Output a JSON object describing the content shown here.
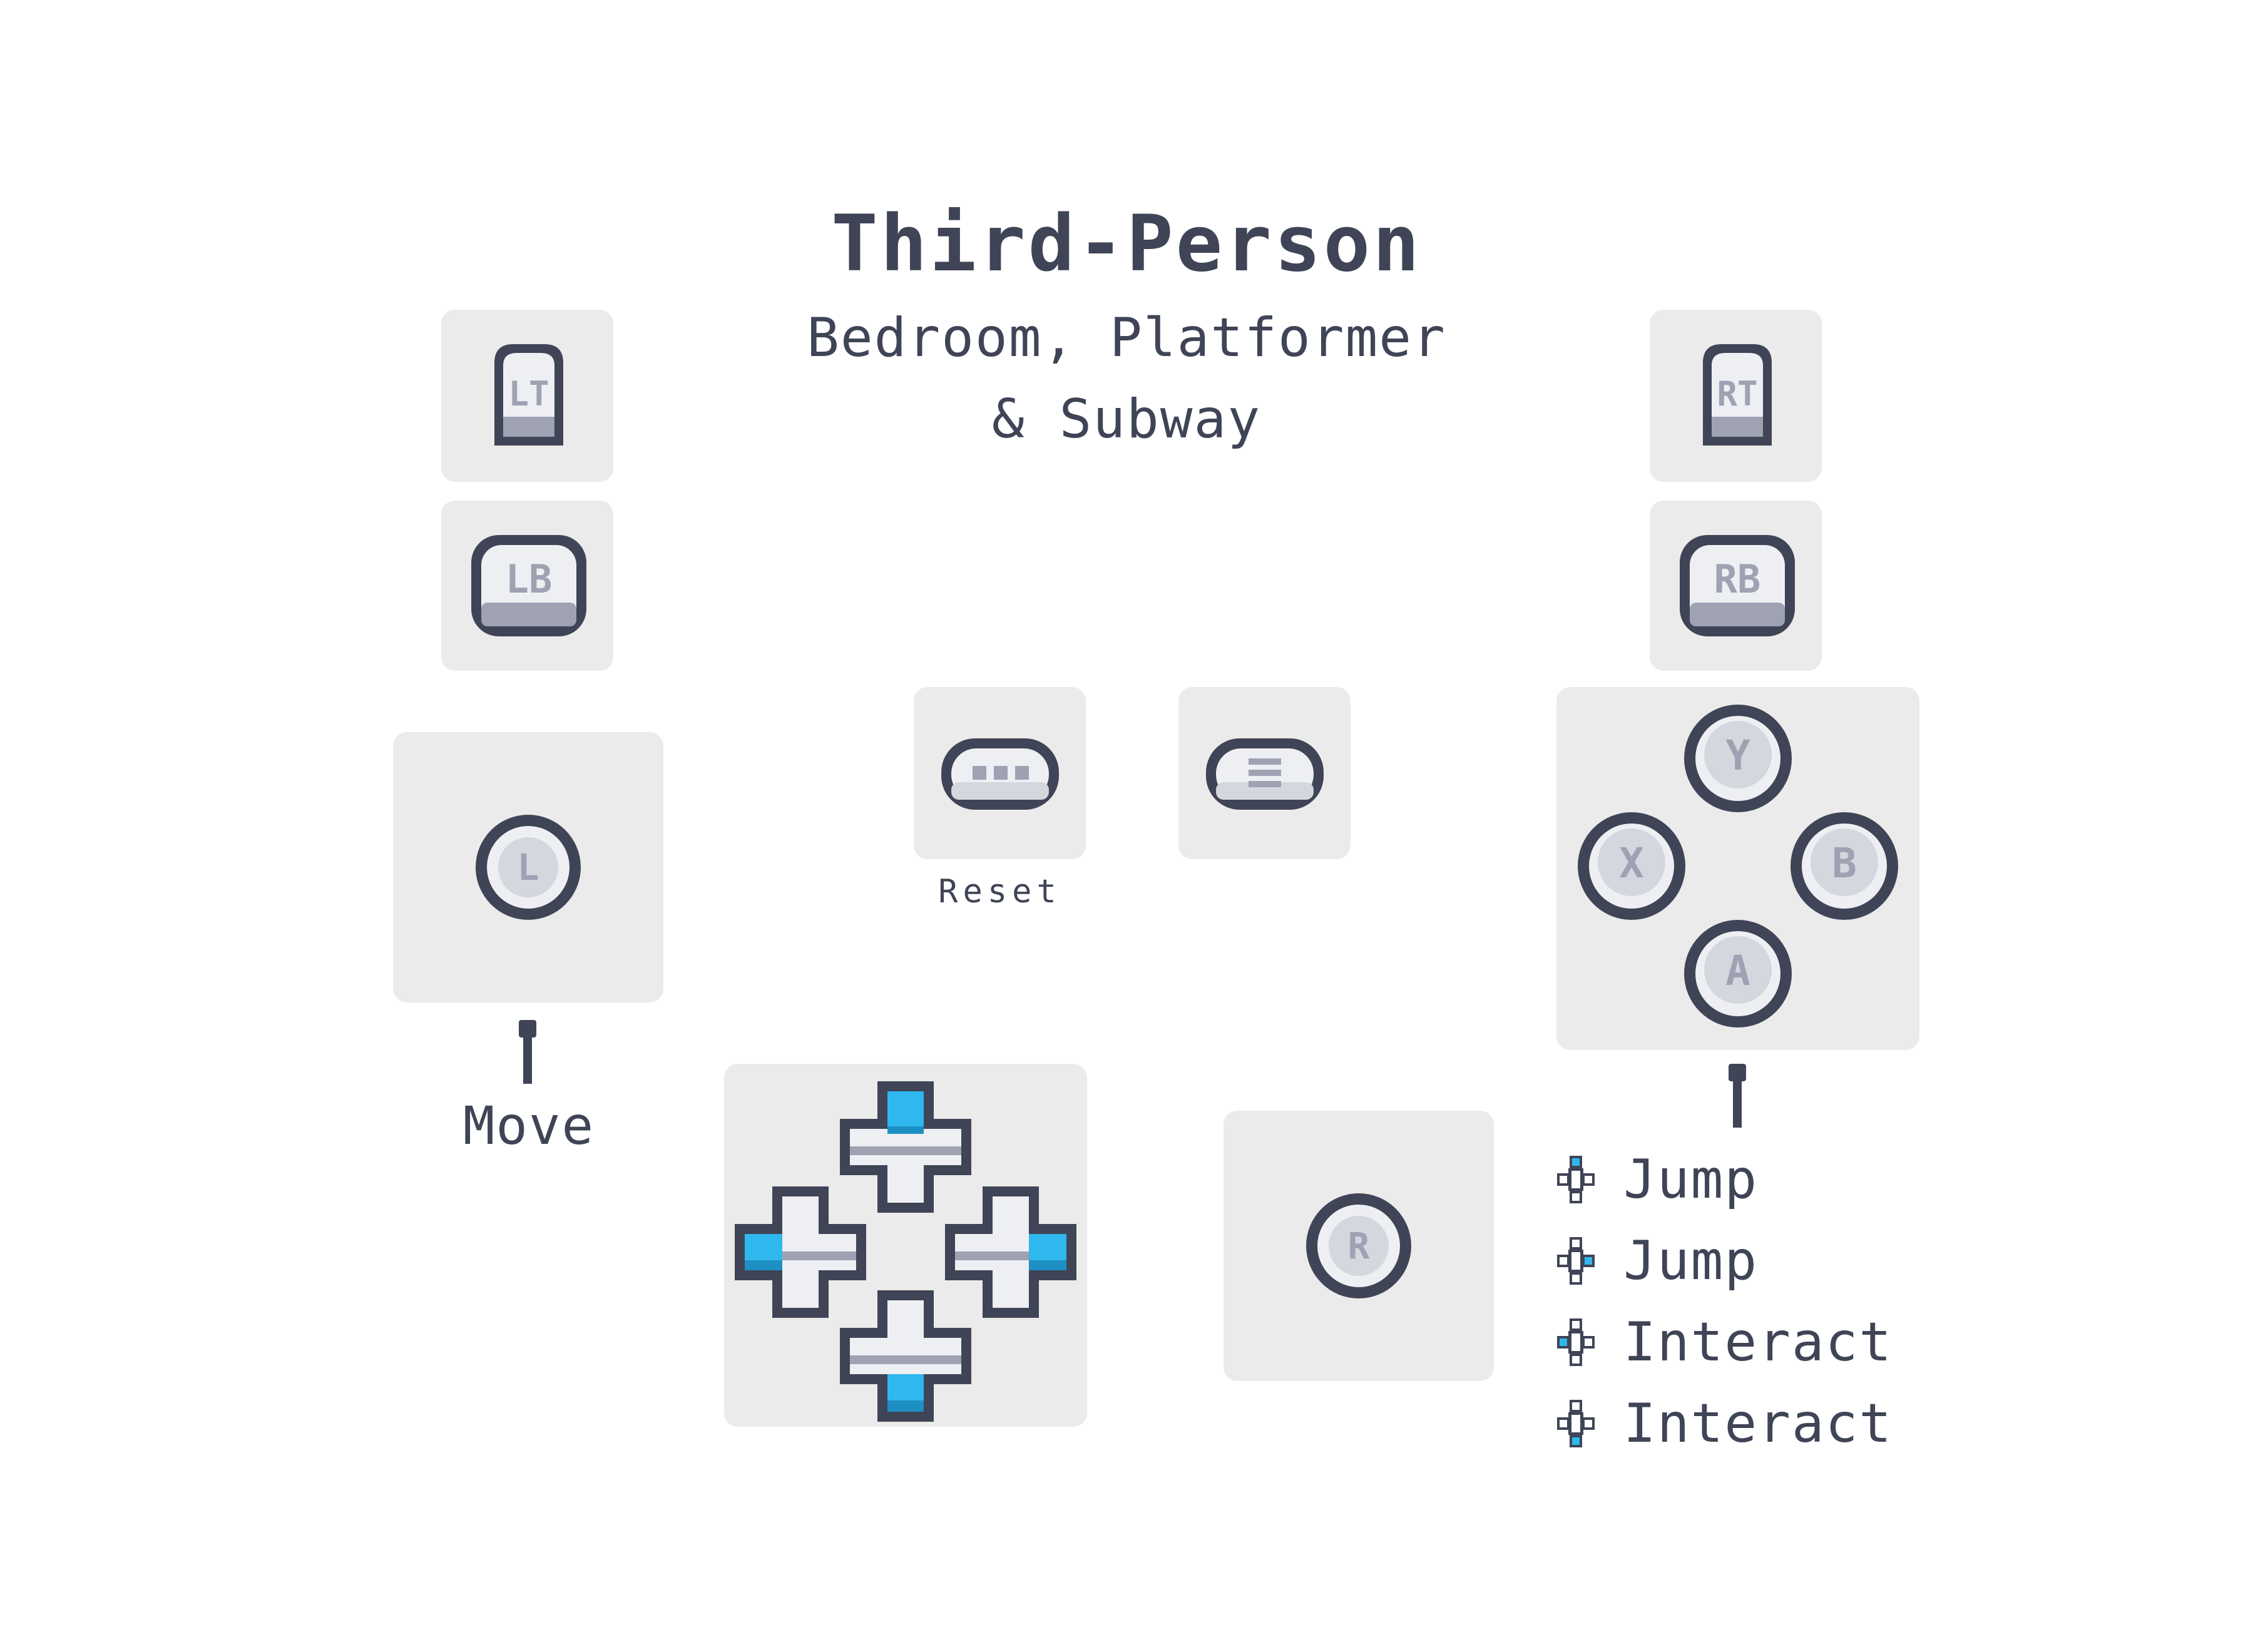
{
  "header": {
    "title": "Third-Person",
    "subtitle_line1": "Bedroom, Platformer",
    "subtitle_line2": "& Subway"
  },
  "buttons": {
    "lt": "LT",
    "lb": "LB",
    "rt": "RT",
    "rb": "RB",
    "left_stick": "L",
    "right_stick": "R",
    "face_y": "Y",
    "face_x": "X",
    "face_b": "B",
    "face_a": "A",
    "view_label": "Reset"
  },
  "labels": {
    "move": "Move"
  },
  "legend": [
    {
      "text": "Jump",
      "icon": "dpad-up-icon"
    },
    {
      "text": "Jump",
      "icon": "dpad-right-icon"
    },
    {
      "text": "Interact",
      "icon": "dpad-left-icon"
    },
    {
      "text": "Interact",
      "icon": "dpad-down-icon"
    }
  ],
  "colors": {
    "outline": "#3f4456",
    "tile": "#ebebeb",
    "key_face": "#eeeff3",
    "key_shadow": "#9ea2b3",
    "key_text": "#9ea2b3",
    "accent": "#2fb8ee"
  }
}
